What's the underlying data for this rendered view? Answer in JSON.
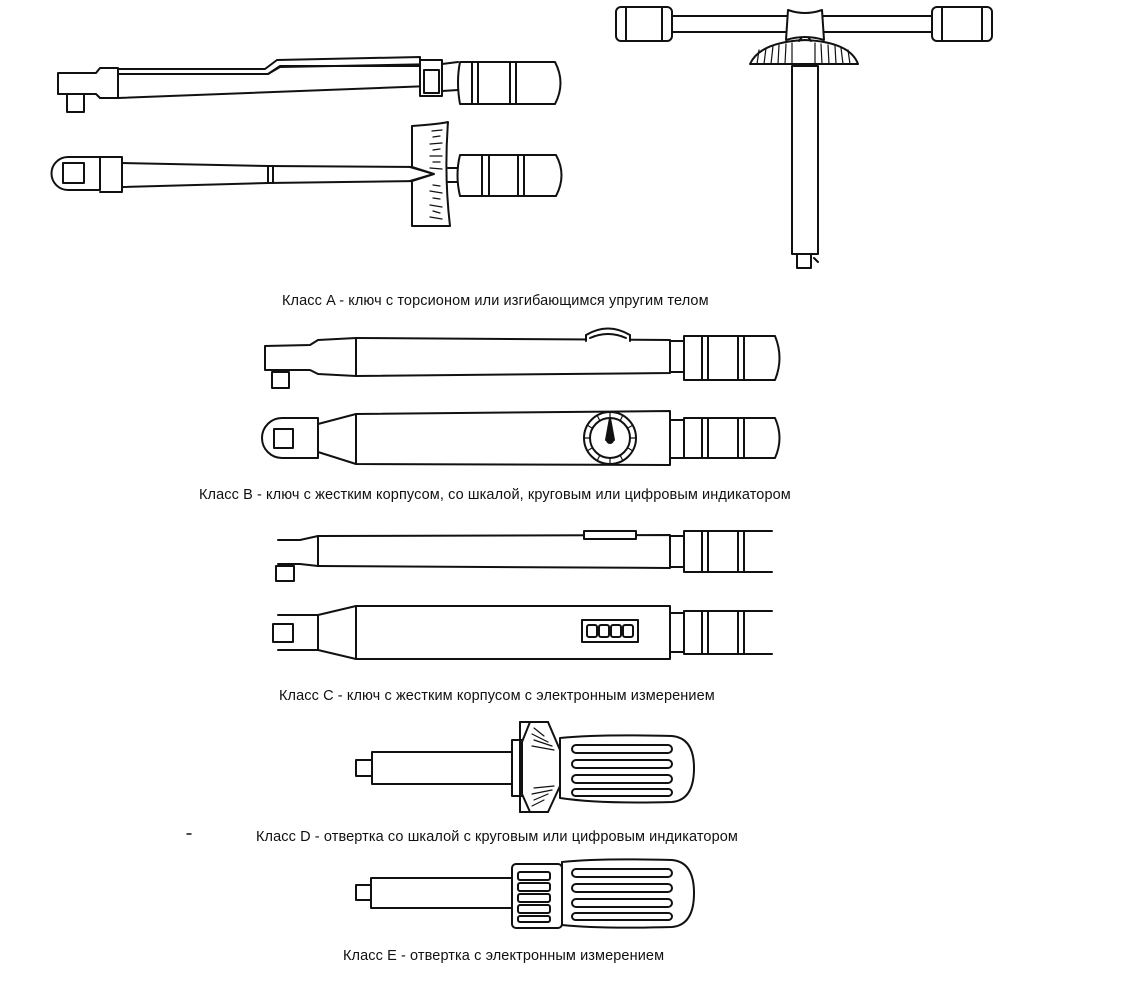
{
  "captions": {
    "class_a": "Класс A - ключ с торсионом или изгибающимся упругим телом",
    "class_b": "Класс B - ключ с жестким корпусом, со шкалой, круговым или цифровым индикатором",
    "class_c": "Класс C - ключ с жестким корпусом с электронным измерением",
    "class_d": "Класс D - отвертка со шкалой с круговым или цифровым индикатором",
    "class_e": "Класс E - отвертка с электронным измерением"
  },
  "colors": {
    "line": "#111111",
    "background": "#ffffff"
  }
}
